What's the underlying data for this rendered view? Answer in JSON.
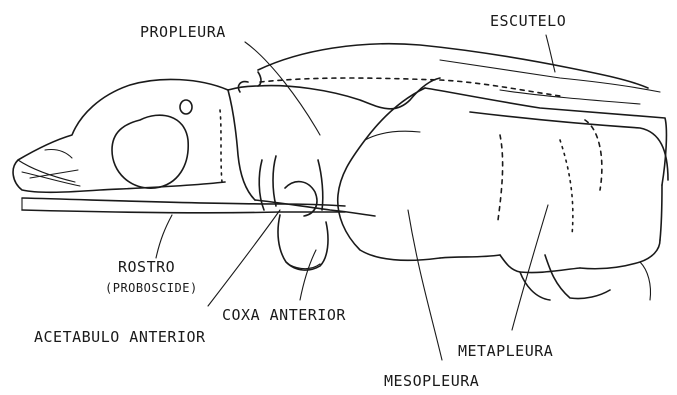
{
  "labels": {
    "propleura": "PROPLEURA",
    "escutelo": "ESCUTELO",
    "rostro": "ROSTRO",
    "proboscide": "(PROBOSCIDE)",
    "coxa_anterior": "COXA ANTERIOR",
    "acetabulo_anterior": "ACETABULO ANTERIOR",
    "metapleura": "METAPLEURA",
    "mesopleura": "MESOPLEURA"
  }
}
